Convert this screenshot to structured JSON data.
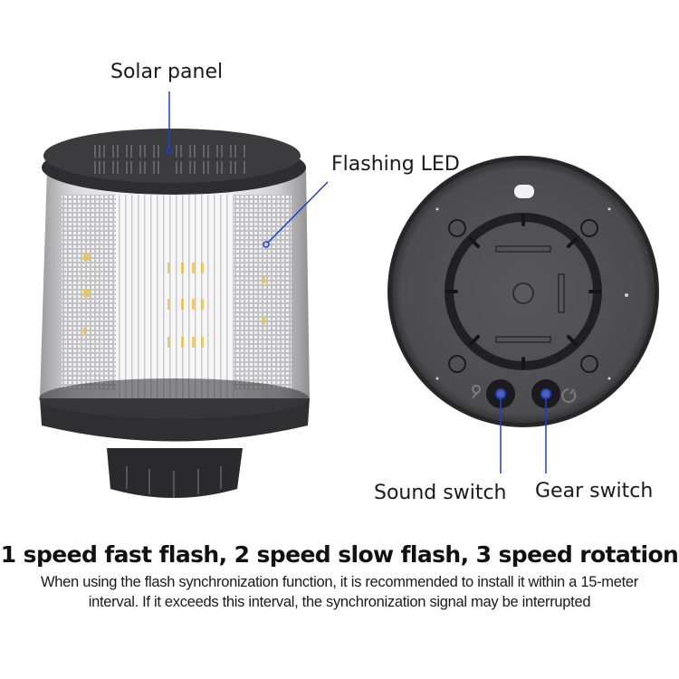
{
  "callouts": {
    "solar_panel": "Solar panel",
    "flashing_led": "Flashing LED",
    "sound_switch": "Sound switch",
    "gear_switch": "Gear switch"
  },
  "caption": {
    "heading": "1 speed fast flash, 2 speed slow flash, 3 speed rotation",
    "body": "When using the flash synchronization function, it is recommended to install it within a 15-meter interval. If it exceeds this interval, the synchronization signal may be interrupted"
  },
  "colors": {
    "callout_line": "#1f3fd0",
    "device_dark": "#3a3a3c",
    "base_disc": "#4a4a4c",
    "led_amber": "#e8c24a"
  }
}
